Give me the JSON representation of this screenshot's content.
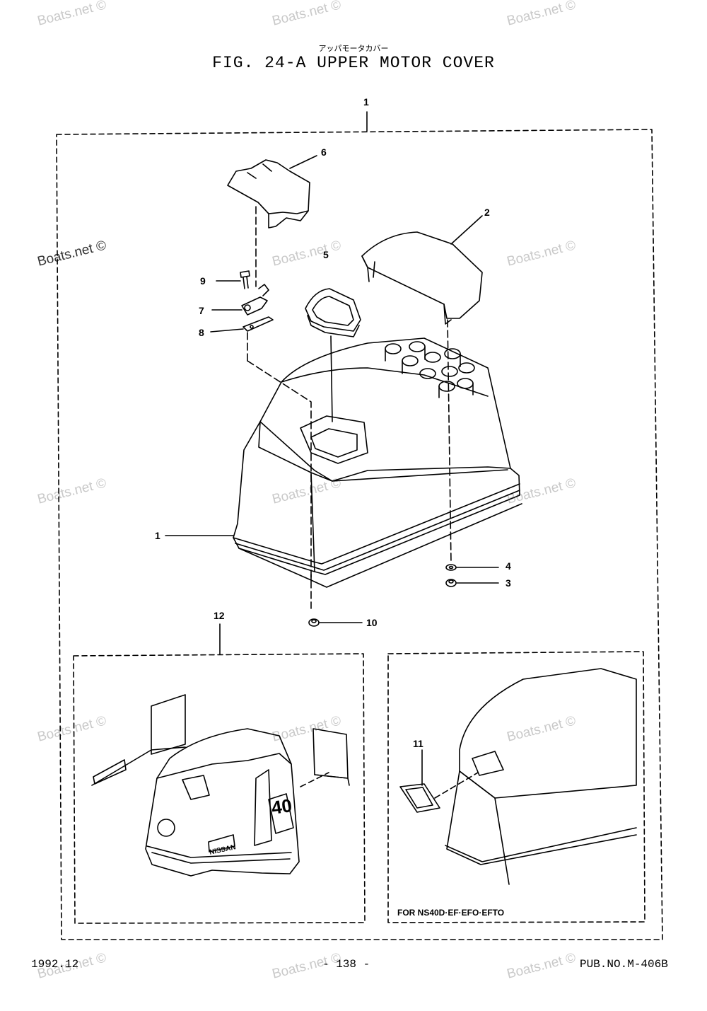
{
  "header": {
    "japanese_title": "アッパモータカバー",
    "title": "FIG. 24-A UPPER MOTOR COVER"
  },
  "callouts": {
    "c1_top": "1",
    "c1": "1",
    "c2": "2",
    "c3": "3",
    "c4": "4",
    "c5": "5",
    "c6": "6",
    "c7": "7",
    "c8": "8",
    "c9": "9",
    "c10": "10",
    "c11": "11",
    "c12": "12"
  },
  "inset_note": "FOR NS40D·EF·EFO·EFTO",
  "footer": {
    "date": "1992.12",
    "page": "- 138 -",
    "pub_no": "PUB.NO.M-406B"
  },
  "watermark": "Boats.net ©",
  "decal_text": {
    "brand": "NISSAN",
    "model": "40"
  },
  "colors": {
    "line": "#000000",
    "watermark": "#c9c9c9"
  }
}
